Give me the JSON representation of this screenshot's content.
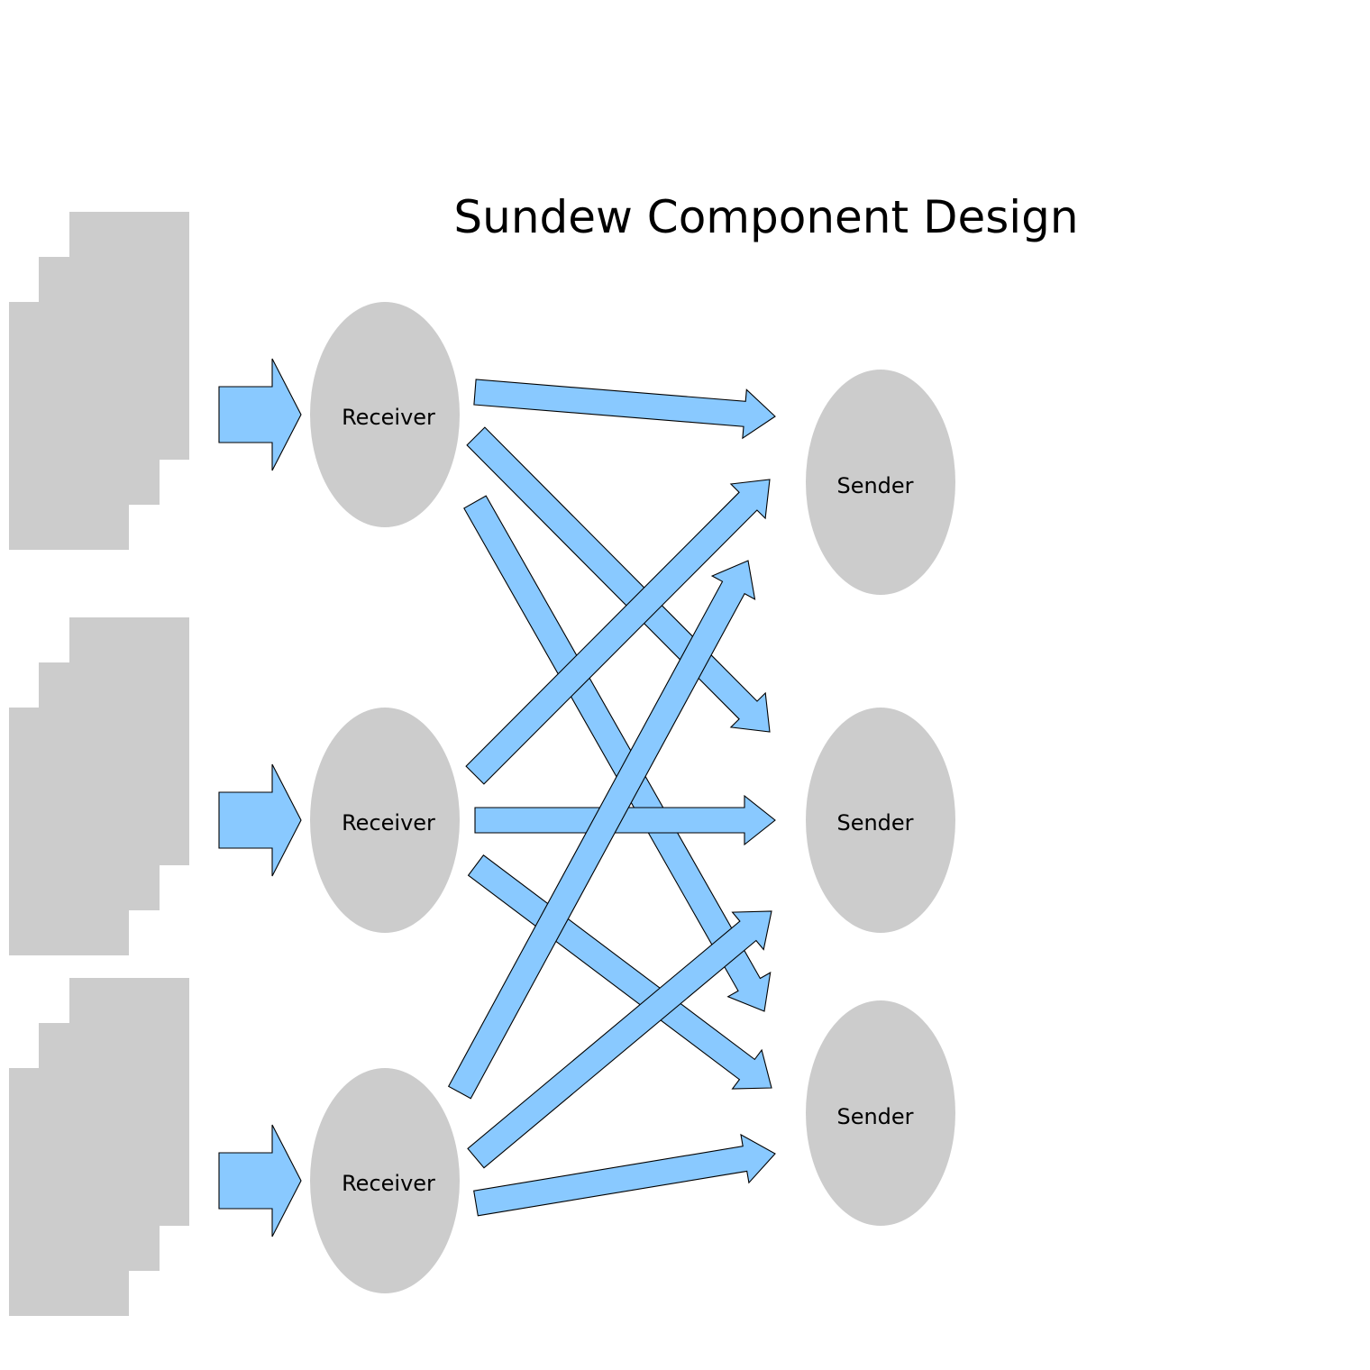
{
  "title": "Sundew Component Design",
  "receivers": [
    {
      "label": "Receiver"
    },
    {
      "label": "Receiver"
    },
    {
      "label": "Receiver"
    }
  ],
  "senders": [
    {
      "label": "Sender"
    },
    {
      "label": "Sender"
    },
    {
      "label": "Sender"
    }
  ],
  "connections": [
    {
      "from": "receiver-1",
      "to": "sender-1"
    },
    {
      "from": "receiver-1",
      "to": "sender-2"
    },
    {
      "from": "receiver-1",
      "to": "sender-3"
    },
    {
      "from": "receiver-2",
      "to": "sender-1"
    },
    {
      "from": "receiver-2",
      "to": "sender-2"
    },
    {
      "from": "receiver-2",
      "to": "sender-3"
    },
    {
      "from": "receiver-3",
      "to": "sender-1"
    },
    {
      "from": "receiver-3",
      "to": "sender-2"
    },
    {
      "from": "receiver-3",
      "to": "sender-3"
    }
  ],
  "colors": {
    "arrow_fill": "#89c9ff",
    "shape_fill": "#cccccc"
  }
}
